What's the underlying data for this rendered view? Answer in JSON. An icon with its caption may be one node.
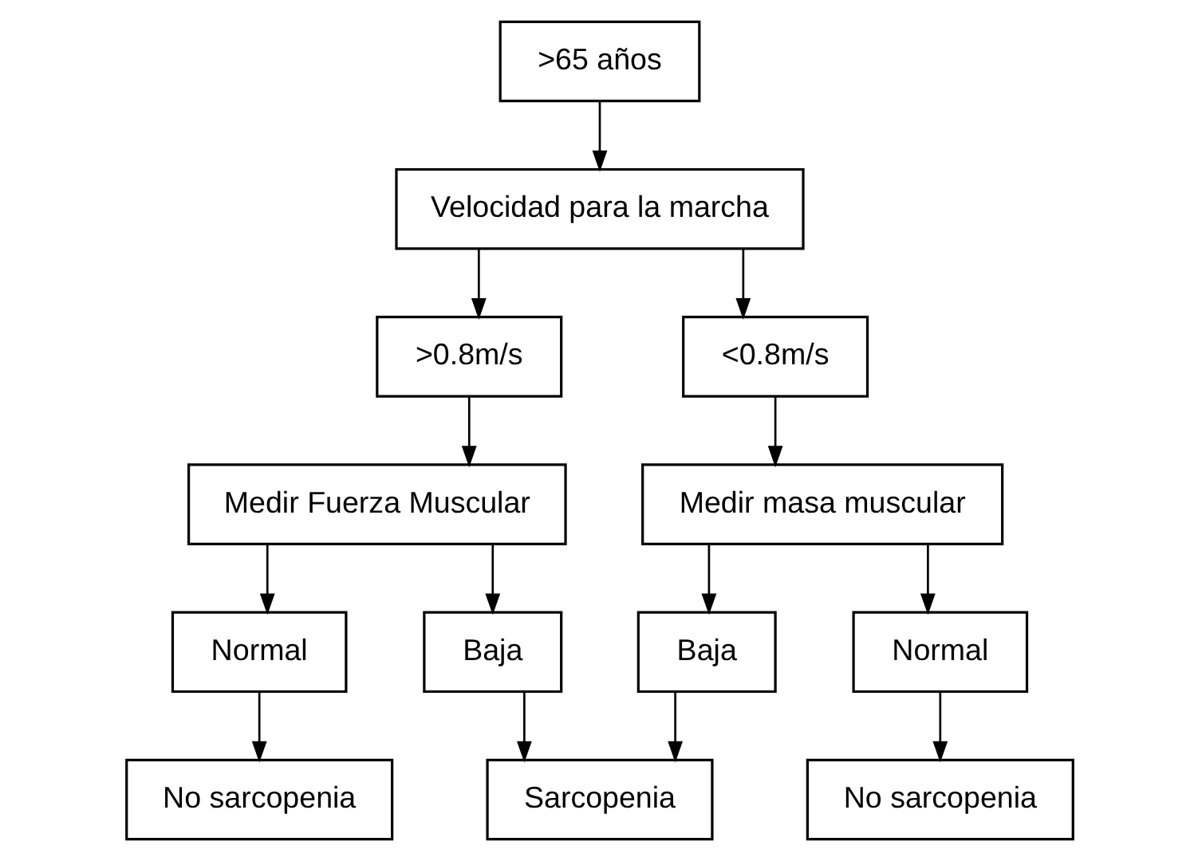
{
  "diagram": {
    "nodes": [
      {
        "text": [
          ">65 años"
        ]
      },
      {
        "text": [
          "Velocidad para la marcha"
        ]
      },
      {
        "text": [
          ">0.8m/s"
        ]
      },
      {
        "text": [
          "<0.8m/s"
        ]
      },
      {
        "text": [
          "Medir Fuerza Muscular"
        ]
      },
      {
        "text": [
          "Medir masa muscular"
        ]
      },
      {
        "text": [
          "Normal"
        ]
      },
      {
        "text": [
          "Baja"
        ]
      },
      {
        "text": [
          "Baja"
        ]
      },
      {
        "text": [
          "Normal"
        ]
      },
      {
        "text": [
          "No sarcopenia"
        ]
      },
      {
        "text": [
          "Sarcopenia"
        ]
      },
      {
        "text": [
          "No sarcopenia"
        ]
      }
    ],
    "edges": [
      {
        "from": 0,
        "to": 1,
        "arrow": "to"
      },
      {
        "from": 1,
        "to": 2,
        "arrow": "to"
      },
      {
        "from": 1,
        "to": 3,
        "arrow": "to"
      },
      {
        "from": 2,
        "to": 4,
        "arrow": "to"
      },
      {
        "from": 3,
        "to": 5,
        "arrow": "to"
      },
      {
        "from": 4,
        "to": 6,
        "arrow": "to"
      },
      {
        "from": 4,
        "to": 7,
        "arrow": "to"
      },
      {
        "from": 5,
        "to": 8,
        "arrow": "to"
      },
      {
        "from": 5,
        "to": 9,
        "arrow": "to"
      },
      {
        "from": 6,
        "to": 10,
        "arrow": "to"
      },
      {
        "from": 7,
        "to": 11,
        "arrow": "to"
      },
      {
        "from": 8,
        "to": 11,
        "arrow": "to"
      },
      {
        "from": 9,
        "to": 12,
        "arrow": "to"
      }
    ]
  }
}
